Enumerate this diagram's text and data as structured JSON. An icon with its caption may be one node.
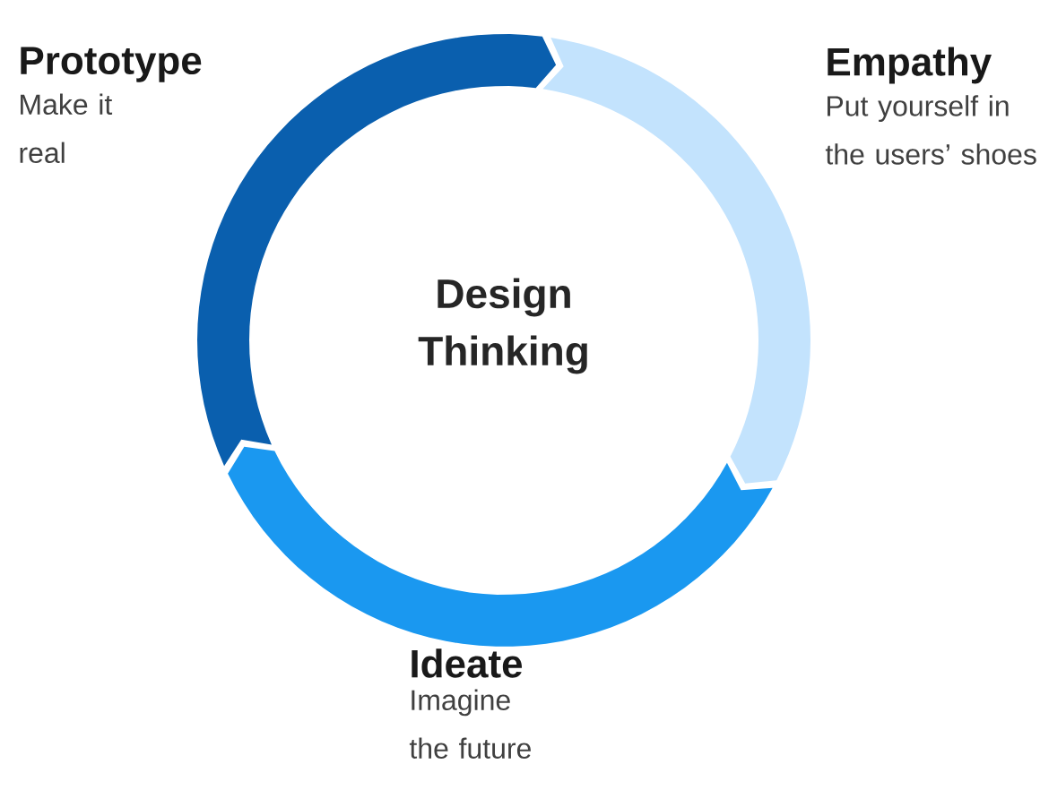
{
  "diagram": {
    "nodes": [
      {
        "text": [
          "Prototype",
          "Make it real"
        ]
      },
      {
        "text": [
          "Empathy",
          "Put yourself in the users’ shoes"
        ]
      },
      {
        "text": [
          "Ideate",
          "Imagine the future"
        ]
      }
    ],
    "labels": [
      "Design Thinking"
    ]
  }
}
